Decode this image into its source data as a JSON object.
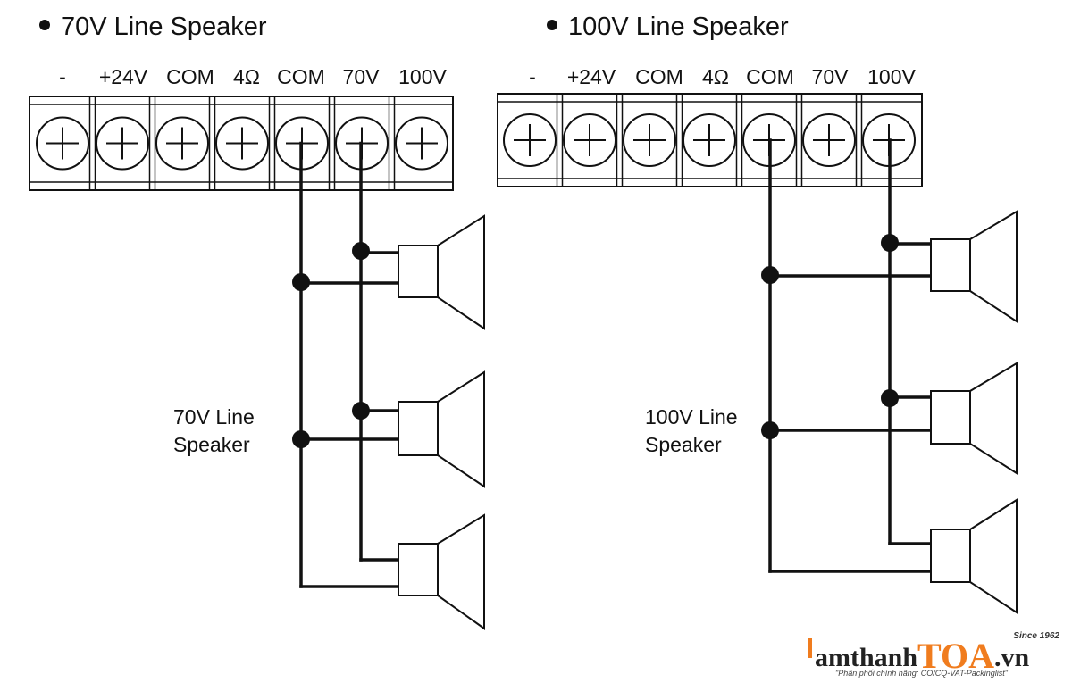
{
  "panels": [
    {
      "title": "70V Line Speaker",
      "side_label": [
        "70V Line",
        "Speaker"
      ],
      "terminals": [
        "-",
        "+24V",
        "COM",
        "4Ω",
        "COM",
        "70V",
        "100V"
      ],
      "wired_terminals": [
        "COM",
        "70V"
      ],
      "speaker_count": 3
    },
    {
      "title": "100V Line Speaker",
      "side_label": [
        "100V Line",
        "Speaker"
      ],
      "terminals": [
        "-",
        "+24V",
        "COM",
        "4Ω",
        "COM",
        "70V",
        "100V"
      ],
      "wired_terminals": [
        "COM",
        "100V"
      ],
      "speaker_count": 3
    }
  ],
  "logo": {
    "since": "Since 1962",
    "name_part1": "amthanh",
    "name_part2": "TOA",
    "name_part3": ".vn",
    "tagline": "\"Phân phối chính hãng: CO/CQ-VAT-Packinglist\""
  },
  "colors": {
    "line": "#111111",
    "accent": "#f07c1e"
  }
}
